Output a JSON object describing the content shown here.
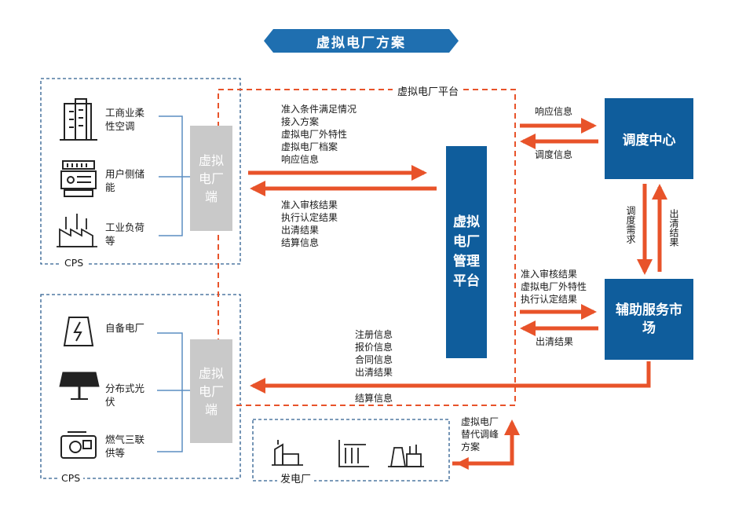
{
  "title": "虚拟电厂方案",
  "platform_label": "虚拟电厂平台",
  "cps_top": {
    "label": "CPS",
    "items": [
      {
        "icon": "office-building-icon",
        "label": "工商业柔性空调"
      },
      {
        "icon": "energy-storage-icon",
        "label": "用户侧储能"
      },
      {
        "icon": "factory-icon",
        "label": "工业负荷等"
      }
    ]
  },
  "cps_bottom": {
    "label": "CPS",
    "items": [
      {
        "icon": "power-generator-icon",
        "label": "自备电厂"
      },
      {
        "icon": "solar-panel-icon",
        "label": "分布式光伏"
      },
      {
        "icon": "gas-engine-icon",
        "label": "燃气三联供等"
      }
    ]
  },
  "vpp_terminal_label": "虚拟电厂端",
  "management_platform_label": "虚拟电厂管理平台",
  "dispatch_center_label": "调度中心",
  "aux_market_label": "辅助服务市场",
  "power_plant_label": "发电厂",
  "flows": {
    "terminal_to_platform": [
      "准入条件满足情况",
      "接入方案",
      "虚拟电厂外特性",
      "虚拟电厂档案",
      "响应信息"
    ],
    "platform_to_terminal": [
      "准入审核结果",
      "执行认定结果",
      "出清结果",
      "结算信息"
    ],
    "to_dispatch": "响应信息",
    "from_dispatch": "调度信息",
    "dispatch_to_market": "调度需求",
    "market_to_dispatch": "出清结果",
    "platform_to_market": [
      "准入审核结果",
      "虚拟电厂外特性",
      "执行认定结果"
    ],
    "market_to_platform": "出清结果",
    "market_to_lower_terminal": [
      "注册信息",
      "报价信息",
      "合同信息",
      "出清结果"
    ],
    "settlement": "结算信息",
    "plant_flow": [
      "虚拟电厂",
      "替代调峰",
      "方案"
    ]
  },
  "colors": {
    "accent_blue": "#0f5d9c",
    "banner_blue": "#1f6fb0",
    "arrow_red": "#e8532a",
    "dashed_blue": "#2c5e8f",
    "terminal_gray": "#c9c9c9"
  }
}
